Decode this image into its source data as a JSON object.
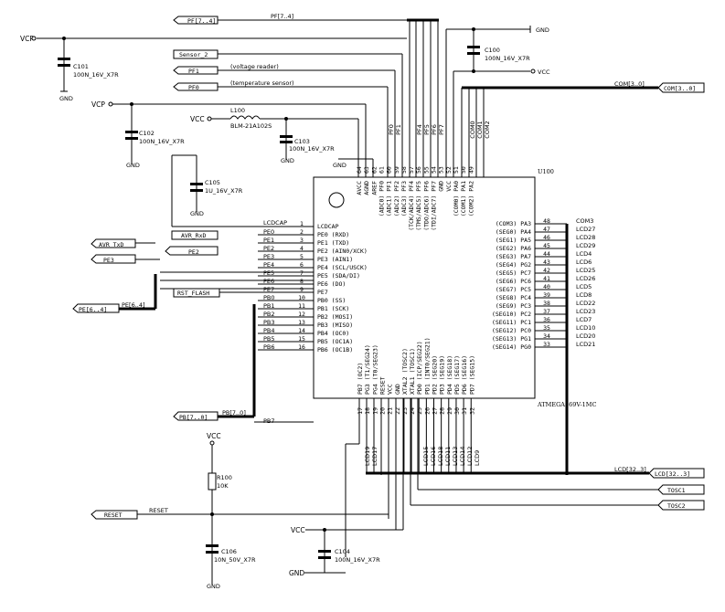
{
  "ic": {
    "refdes": "U100",
    "part": "ATMEGA169V-1MC"
  },
  "nets": {
    "vcp": "VCP",
    "vcc": "VCC",
    "gnd": "GND",
    "lcdcap": "LCDCAP",
    "reset": "RESET",
    "pb7": "PB7"
  },
  "buses": {
    "pf": "PF[7..4]",
    "com": "COM[3..0]",
    "pe": "PE[6..4]",
    "pb": "PB[7..0]",
    "lcd": "LCD[32..3]"
  },
  "ports": {
    "pf_bus": "PF[7..4]",
    "sensor2": "Sensor_2",
    "pf1": "PF1",
    "pf0": "PF0",
    "com_bus": "COM[3..0]",
    "avr_rxd": "AVR_RxD",
    "avr_txd": "AVR_TxD",
    "pe2": "PE2",
    "pe3": "PE3",
    "pe_bus": "PE[6..4]",
    "rst_flash": "RST_FLASH",
    "pb_bus": "PB[7..0]",
    "lcd_bus": "LCD[32..3]",
    "tosc1": "TOSC1",
    "tosc2": "TOSC2",
    "reset": "RESET"
  },
  "notes": {
    "pf1": "(voltage reader)",
    "pf0": "(temperature sensor)"
  },
  "caps": {
    "c100": {
      "ref": "C100",
      "value": "100N_16V_X7R"
    },
    "c101": {
      "ref": "C101",
      "value": "100N_16V_X7R"
    },
    "c102": {
      "ref": "C102",
      "value": "100N_16V_X7R"
    },
    "c103": {
      "ref": "C103",
      "value": "100N_16V_X7R"
    },
    "c104": {
      "ref": "C104",
      "value": "100N_16V_X7R"
    },
    "c105": {
      "ref": "C105",
      "value": "1U_16V_X7R"
    },
    "c106": {
      "ref": "C106",
      "value": "10N_50V_X7R"
    }
  },
  "inductor": {
    "ref": "L100",
    "value": "BLM-21A102S"
  },
  "resistor": {
    "ref": "R100",
    "value": "10K"
  },
  "left_pins": [
    {
      "num": "1",
      "net": "LCDCAP",
      "func": "LCDCAP"
    },
    {
      "num": "2",
      "net": "PE0",
      "func": "PE0 (RXD)"
    },
    {
      "num": "3",
      "net": "PE1",
      "func": "PE1 (TXD)"
    },
    {
      "num": "4",
      "net": "PE2",
      "func": "PE2 (AIN0/XCK)"
    },
    {
      "num": "5",
      "net": "PE3",
      "func": "PE3 (AIN1)"
    },
    {
      "num": "6",
      "net": "PE4",
      "func": "PE4 (SCL/USCK)"
    },
    {
      "num": "7",
      "net": "PE5",
      "func": "PE5 (SDA/DI)"
    },
    {
      "num": "8",
      "net": "PE6",
      "func": "PE6 (DO)"
    },
    {
      "num": "9",
      "net": "PE7",
      "func": "PE7"
    },
    {
      "num": "10",
      "net": "PB0",
      "func": "PB0 (SS)"
    },
    {
      "num": "11",
      "net": "PB1",
      "func": "PB1 (SCK)"
    },
    {
      "num": "12",
      "net": "PB2",
      "func": "PB2 (MOSI)"
    },
    {
      "num": "13",
      "net": "PB3",
      "func": "PB3 (MISO)"
    },
    {
      "num": "14",
      "net": "PB4",
      "func": "PB4 (OC0)"
    },
    {
      "num": "15",
      "net": "PB5",
      "func": "PB5 (OC1A)"
    },
    {
      "num": "16",
      "net": "PB6",
      "func": "PB6 (OC1B)"
    }
  ],
  "right_pins": [
    {
      "num": "48",
      "net": "COM3",
      "func": "(COM3) PA3"
    },
    {
      "num": "47",
      "net": "LCD27",
      "func": "(SEG0) PA4"
    },
    {
      "num": "46",
      "net": "LCD28",
      "func": "(SEG1) PA5"
    },
    {
      "num": "45",
      "net": "LCD29",
      "func": "(SEG2) PA6"
    },
    {
      "num": "44",
      "net": "LCD4",
      "func": "(SEG3) PA7"
    },
    {
      "num": "43",
      "net": "LCD6",
      "func": "(SEG4) PG2"
    },
    {
      "num": "42",
      "net": "LCD25",
      "func": "(SEG5) PC7"
    },
    {
      "num": "41",
      "net": "LCD26",
      "func": "(SEG6) PC6"
    },
    {
      "num": "40",
      "net": "LCD5",
      "func": "(SEG7) PC5"
    },
    {
      "num": "39",
      "net": "LCD8",
      "func": "(SEG8) PC4"
    },
    {
      "num": "38",
      "net": "LCD22",
      "func": "(SEG9) PC3"
    },
    {
      "num": "37",
      "net": "LCD23",
      "func": "(SEG10) PC2"
    },
    {
      "num": "36",
      "net": "LCD7",
      "func": "(SEG11) PC1"
    },
    {
      "num": "35",
      "net": "LCD10",
      "func": "(SEG12) PC0"
    },
    {
      "num": "34",
      "net": "LCD20",
      "func": "(SEG13) PG1"
    },
    {
      "num": "33",
      "net": "LCD21",
      "func": "(SEG14) PG0"
    }
  ],
  "top_pins": [
    {
      "num": "64",
      "func": "AVCC"
    },
    {
      "num": "63",
      "func": "AGND"
    },
    {
      "num": "62",
      "func": "AREF"
    },
    {
      "num": "61",
      "func": "(ADC0) PF0"
    },
    {
      "num": "60",
      "func": "(ADC1) PF1"
    },
    {
      "num": "59",
      "func": "(ADC2) PF2"
    },
    {
      "num": "58",
      "func": "(ADC3) PF3"
    },
    {
      "num": "57",
      "func": "(TCK/ADC4) PF4"
    },
    {
      "num": "56",
      "func": "(TMS/ADC5) PF5"
    },
    {
      "num": "55",
      "func": "(TDO/ADC6) PF6"
    },
    {
      "num": "54",
      "func": "(TDI/ADC7) PF7"
    },
    {
      "num": "53",
      "func": "GND"
    },
    {
      "num": "52",
      "func": "VCC"
    },
    {
      "num": "51",
      "func": "(COM0) PA0"
    },
    {
      "num": "50",
      "func": "(COM1) PA1"
    },
    {
      "num": "49",
      "func": "(COM2) PA2"
    }
  ],
  "top_nets": [
    "PF0",
    "PF1",
    "PF4",
    "PF5",
    "PF6",
    "PF7",
    "COM0",
    "COM1",
    "COM2"
  ],
  "bottom_pins": [
    {
      "num": "17",
      "func": "PB7 (OC2)"
    },
    {
      "num": "18",
      "func": "PG3 (T1/SEG24)"
    },
    {
      "num": "19",
      "func": "PG4 (T0/SEG23)"
    },
    {
      "num": "20",
      "func": "RESET"
    },
    {
      "num": "21",
      "func": "VCC"
    },
    {
      "num": "22",
      "func": "GND"
    },
    {
      "num": "23",
      "func": "XTAL2 (TOSC2)"
    },
    {
      "num": "24",
      "func": "XTAL1 (TOSC1)"
    },
    {
      "num": "25",
      "func": "PD0 (ICP/SEG22)"
    },
    {
      "num": "26",
      "func": "PD1 (INT0/SEG21)"
    },
    {
      "num": "27",
      "func": "PD2 (SEG20)"
    },
    {
      "num": "28",
      "func": "PD3 (SEG19)"
    },
    {
      "num": "29",
      "func": "PD4 (SEG18)"
    },
    {
      "num": "30",
      "func": "PD5 (SEG17)"
    },
    {
      "num": "31",
      "func": "PD6 (SEG16)"
    },
    {
      "num": "32",
      "func": "PD7 (SEG15)"
    }
  ],
  "bottom_nets": [
    "LCD19",
    "LCD17",
    "LCD15",
    "LCD16",
    "LCD18",
    "LCD11",
    "LCD13",
    "LCD14",
    "LCD12",
    "LCD9"
  ]
}
